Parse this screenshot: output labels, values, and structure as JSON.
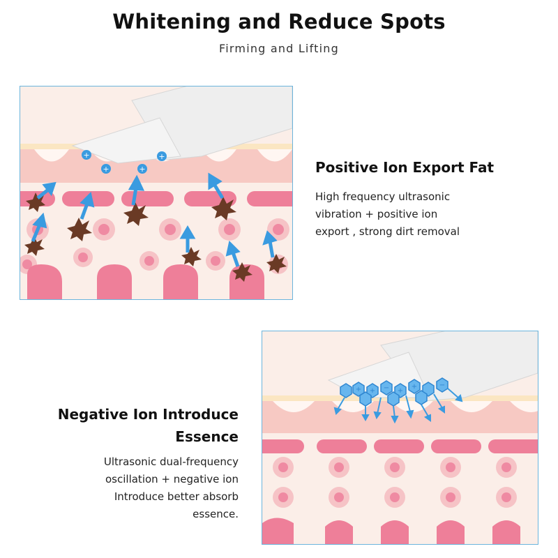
{
  "header": {
    "title": "Whitening and Reduce Spots",
    "subtitle": "Firming and Lifting"
  },
  "section_positive": {
    "heading": "Positive Ion Export Fat",
    "description_lines": [
      "High frequency ultrasonic",
      "vibration + positive ion",
      "export , strong dirt removal"
    ]
  },
  "section_negative": {
    "heading_lines": [
      "Negative Ion Introduce",
      "Essence"
    ],
    "description_lines": [
      "Ultrasonic dual-frequency",
      "oscillation + negative ion",
      "Introduce better absorb",
      "essence."
    ]
  },
  "colors": {
    "skin_base": "#fbeee8",
    "skin_surface": "#f7c9c3",
    "skin_top": "#fbe6c2",
    "fiber": "#ee7f99",
    "cell_outer": "#f6c3c6",
    "cell_inner": "#ef8aa2",
    "dirt": "#6a3a25",
    "ion": "#3a9be0",
    "device": "#eeeeee",
    "frame": "#6bb4dc"
  },
  "icons": [
    "positive-ion-icon",
    "negative-ion-icon",
    "dirt-particle-icon",
    "arrow-up-icon",
    "arrow-down-icon",
    "ultrasonic-device-icon"
  ]
}
